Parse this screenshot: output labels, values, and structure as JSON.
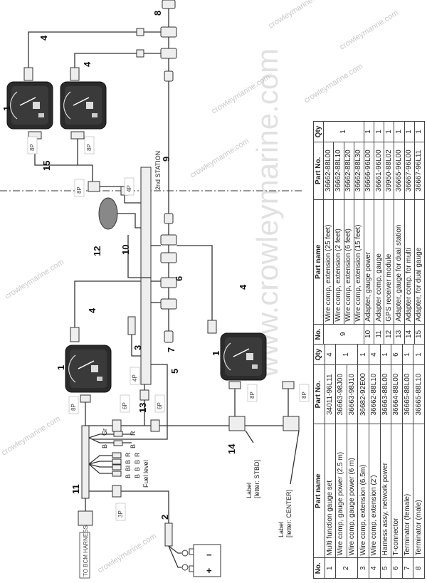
{
  "diagram": {
    "title_station": "2nd STATION",
    "bcm_label": "TO BCM HARNESS",
    "fuel_label": "Fuel level",
    "stbd_label_1": "Label",
    "stbd_label_2": "[letter: STBD]",
    "center_label_1": "Label",
    "center_label_2": "[letter: CENTER]",
    "callouts": [
      "1",
      "1",
      "1",
      "2",
      "3",
      "4",
      "4",
      "4",
      "4",
      "5",
      "6",
      "7",
      "8",
      "9",
      "10",
      "11",
      "12",
      "13",
      "14",
      "15"
    ],
    "connector_labels": [
      "8P",
      "8P",
      "8P",
      "4P",
      "4P",
      "6P",
      "6P",
      "8P",
      "3P",
      "8P",
      "8P"
    ],
    "wire_colors": [
      "B",
      "Gr",
      "B",
      "R",
      "B",
      "B",
      "B",
      "R",
      "B",
      "Bl",
      "B",
      "R"
    ],
    "battery_plus": "+",
    "battery_minus": "−"
  },
  "watermark": {
    "main": "www.crowleymarine.com",
    "small": "crowleymarine.com"
  },
  "parts_table": {
    "headers": {
      "no": "No.",
      "name": "Part name",
      "part_no": "Part No.",
      "qty": "Qty"
    },
    "left": [
      {
        "no": "1",
        "qty": "4",
        "items": [
          {
            "name": "Multi function gauge set",
            "part_no": "34011-96L11"
          }
        ]
      },
      {
        "no": "2",
        "qty": "1",
        "items": [
          {
            "name": "Wire comp, gauge power (2.5 m)",
            "part_no": "36663-98J00"
          },
          {
            "name": "Wire comp, gauge power (6 m)",
            "part_no": "36663-98J10"
          }
        ]
      },
      {
        "no": "3",
        "qty": "1",
        "items": [
          {
            "name": "Wire comp, extension (6.5m)",
            "part_no": "36682-92E00"
          }
        ]
      },
      {
        "no": "4",
        "qty": "4",
        "items": [
          {
            "name": "Wire comp, extension (2')",
            "part_no": "36662-88L10"
          }
        ]
      },
      {
        "no": "5",
        "qty": "1",
        "items": [
          {
            "name": "Harness assy, network power",
            "part_no": "36663-88L00"
          }
        ]
      },
      {
        "no": "6",
        "qty": "6",
        "items": [
          {
            "name": "T-connector",
            "part_no": "36664-88L00"
          }
        ]
      },
      {
        "no": "7",
        "qty": "1",
        "items": [
          {
            "name": "Terminator (female)",
            "part_no": "36665-88L00"
          }
        ]
      },
      {
        "no": "8",
        "qty": "1",
        "items": [
          {
            "name": "Terminator (male)",
            "part_no": "36665-88L10"
          }
        ]
      }
    ],
    "right": [
      {
        "no": "9",
        "qty": "1",
        "items": [
          {
            "name": "Wire comp, extension (25 feet)",
            "part_no": "36662-88L00"
          },
          {
            "name": "Wire comp, extension (2 feet)",
            "part_no": "36662-88L10"
          },
          {
            "name": "Wire comp, extension (6 feet)",
            "part_no": "36662-88L20"
          },
          {
            "name": "Wire comp, extension (15 feet)",
            "part_no": "36662-88L30"
          }
        ]
      },
      {
        "no": "10",
        "qty": "1",
        "items": [
          {
            "name": "Adapter, gauge power",
            "part_no": "36666-96L00"
          }
        ]
      },
      {
        "no": "11",
        "qty": "1",
        "items": [
          {
            "name": "Adapter comp, gauge",
            "part_no": "36661-96L00"
          }
        ]
      },
      {
        "no": "12",
        "qty": "1",
        "items": [
          {
            "name": "GPS receiver module",
            "part_no": "39950-88L02"
          }
        ]
      },
      {
        "no": "13",
        "qty": "1",
        "items": [
          {
            "name": "Adapter, gauge for dual station",
            "part_no": "36665-96L00"
          }
        ]
      },
      {
        "no": "14",
        "qty": "1",
        "items": [
          {
            "name": "Adapter comp. for multi",
            "part_no": "36667-96L00"
          }
        ]
      },
      {
        "no": "15",
        "qty": "1",
        "items": [
          {
            "name": "Adapter, for dual gauge",
            "part_no": "36667-96L11"
          }
        ]
      }
    ]
  }
}
